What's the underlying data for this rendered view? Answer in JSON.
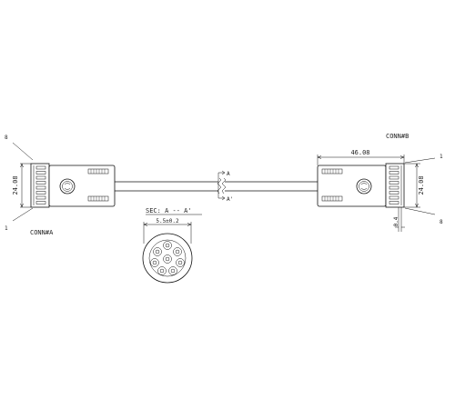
{
  "connectors": {
    "a": {
      "name": "CONN#A",
      "pin_first": "8",
      "pin_last": "1",
      "height_dim": "24.08"
    },
    "b": {
      "name": "CONN#B",
      "pin_first": "1",
      "pin_last": "8",
      "height_dim": "24.08",
      "length_dim": "46.08",
      "offset_dim": "0.4"
    }
  },
  "section": {
    "marker_top": "A",
    "marker_bottom": "A'",
    "title": "SEC: A -- A'",
    "diameter_dim": "5.5±0.2"
  }
}
